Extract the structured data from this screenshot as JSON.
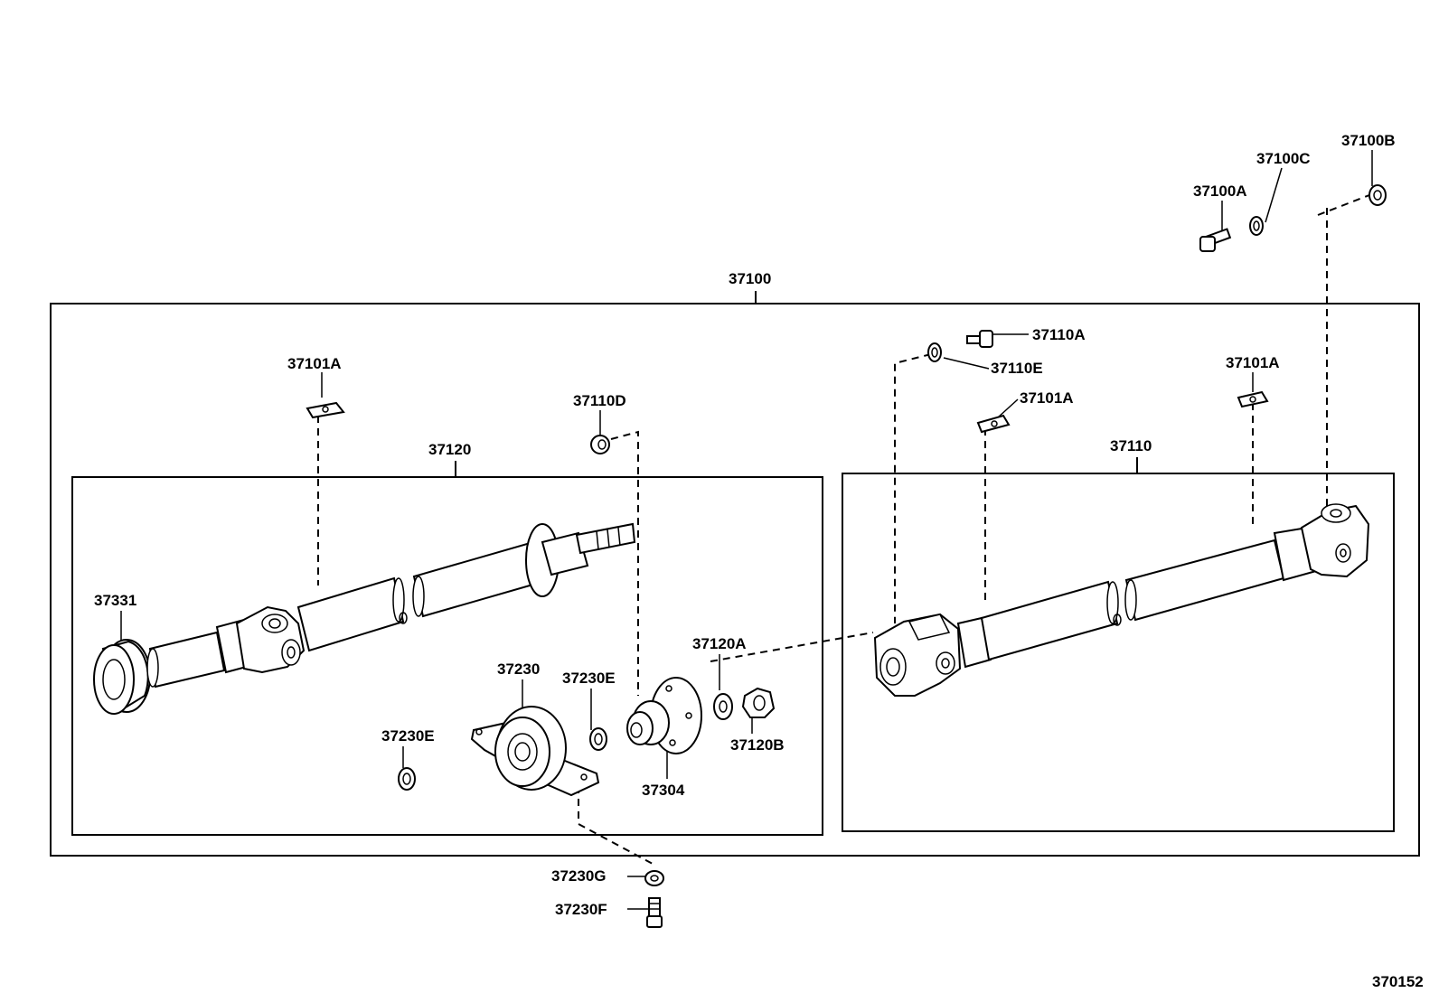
{
  "diagram": {
    "figure_code": "370152",
    "labels": {
      "assembly": "37100",
      "rear_shaft": "37120",
      "front_shaft": "37110",
      "bolt_top": "37100A",
      "washer_top": "37100C",
      "nut_top": "37100B",
      "bolt_front": "37110A",
      "washer_front": "37110E",
      "clip_left": "37101A",
      "clip_mid": "37101A",
      "clip_right": "37101A",
      "nut_rear": "37110D",
      "bearing": "37331",
      "center_support": "37230",
      "washer_a": "37230E",
      "washer_b": "37230E",
      "flange": "37304",
      "washer_flange": "37120A",
      "nut_flange": "37120B",
      "washer_bottom": "37230G",
      "bolt_bottom": "37230F"
    }
  }
}
